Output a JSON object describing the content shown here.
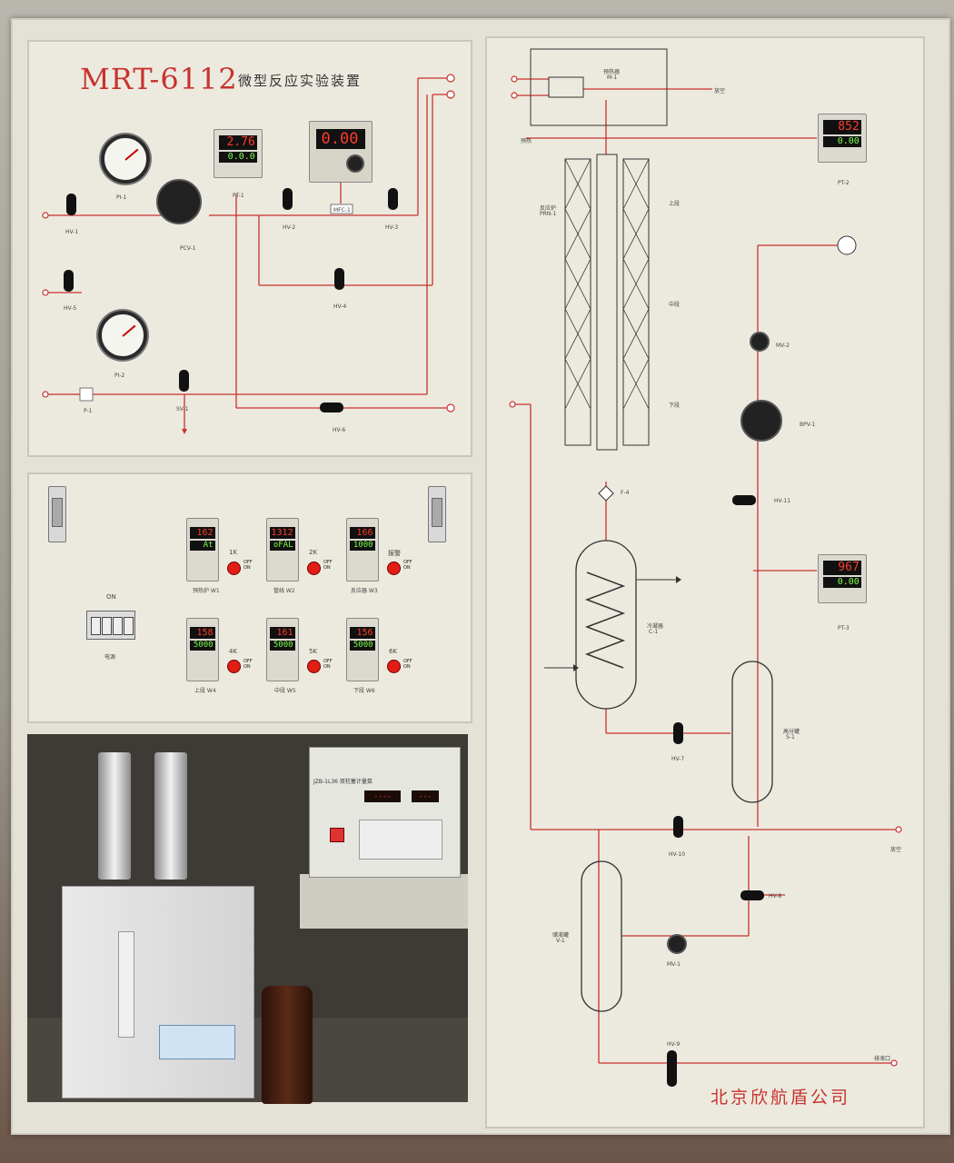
{
  "header": {
    "model": "MRT-6112",
    "subtitle": "微型反应实验装置"
  },
  "company": "北京欣航盾公司",
  "controllers": {
    "pt1": {
      "pv": "2.76",
      "sv": "0.0.0"
    },
    "flow": {
      "pv": "0.00"
    },
    "pt2": {
      "pv": "852",
      "sv": "0.00"
    },
    "pt3": {
      "pv": "967",
      "sv": "0.00"
    },
    "w1": {
      "pv": "162",
      "sv": "At"
    },
    "w2": {
      "pv": "1312",
      "sv": "oFAL"
    },
    "w3": {
      "pv": "166",
      "sv": "1000"
    },
    "w4": {
      "pv": "158",
      "sv": "5000"
    },
    "w5": {
      "pv": "161",
      "sv": "5000"
    },
    "w6": {
      "pv": "156",
      "sv": "5000"
    }
  },
  "tags": {
    "pi1": "PI-1",
    "pt1": "PT-1",
    "mfc1": "MFC-1",
    "pcv1": "PCV-1",
    "hv1": "HV-1",
    "hv2": "HV-2",
    "hv3": "HV-3",
    "hv4": "HV-4",
    "hv5": "HV-5",
    "hv6": "HV-6",
    "pi2": "PI-2",
    "p1": "P-1",
    "sv1": "SV-1",
    "m1": "M-1",
    "m1_name": "预热器",
    "pt2": "PT-2",
    "rn1": "PRN-1",
    "rn1_name": "反应炉",
    "mv2": "MV-2",
    "bpv1": "BPV-1",
    "hv11": "HV-11",
    "f4": "F-4",
    "pt3": "PT-3",
    "c1": "C-1",
    "c1_name": "冷凝器",
    "s1": "S-1",
    "s1_name": "高分罐",
    "hv7": "HV-7",
    "hv10": "HV-10",
    "v1": "V-1",
    "v1_name": "储液罐",
    "mv1": "MV-1",
    "hv8": "HV-8",
    "hv9": "HV-9",
    "vent": "放空",
    "drain": "排液口",
    "upper": "上段",
    "middle": "中段",
    "lower": "下段",
    "preheat_out": "预热"
  },
  "heater_panel": {
    "power_label": "电源",
    "on_label": "ON",
    "zones": [
      {
        "key": "1K",
        "label": "预热炉 W1"
      },
      {
        "key": "2K",
        "label": "管线 W2"
      },
      {
        "key": "",
        "label": "反应器 W3"
      },
      {
        "key": "4K",
        "label": "上段 W4"
      },
      {
        "key": "5K",
        "label": "中段 W5"
      },
      {
        "key": "6K",
        "label": "下段 W6"
      }
    ],
    "alarm_label": "报警",
    "off": "OFF",
    "on": "ON"
  },
  "gc_unit": {
    "title": "JZB-1L36 双柱塞计量泵",
    "display_a": "----",
    "display_b": "---"
  },
  "colors": {
    "pipe": "#c8322e",
    "title": "#c8322e",
    "panel": "#eceadf"
  }
}
